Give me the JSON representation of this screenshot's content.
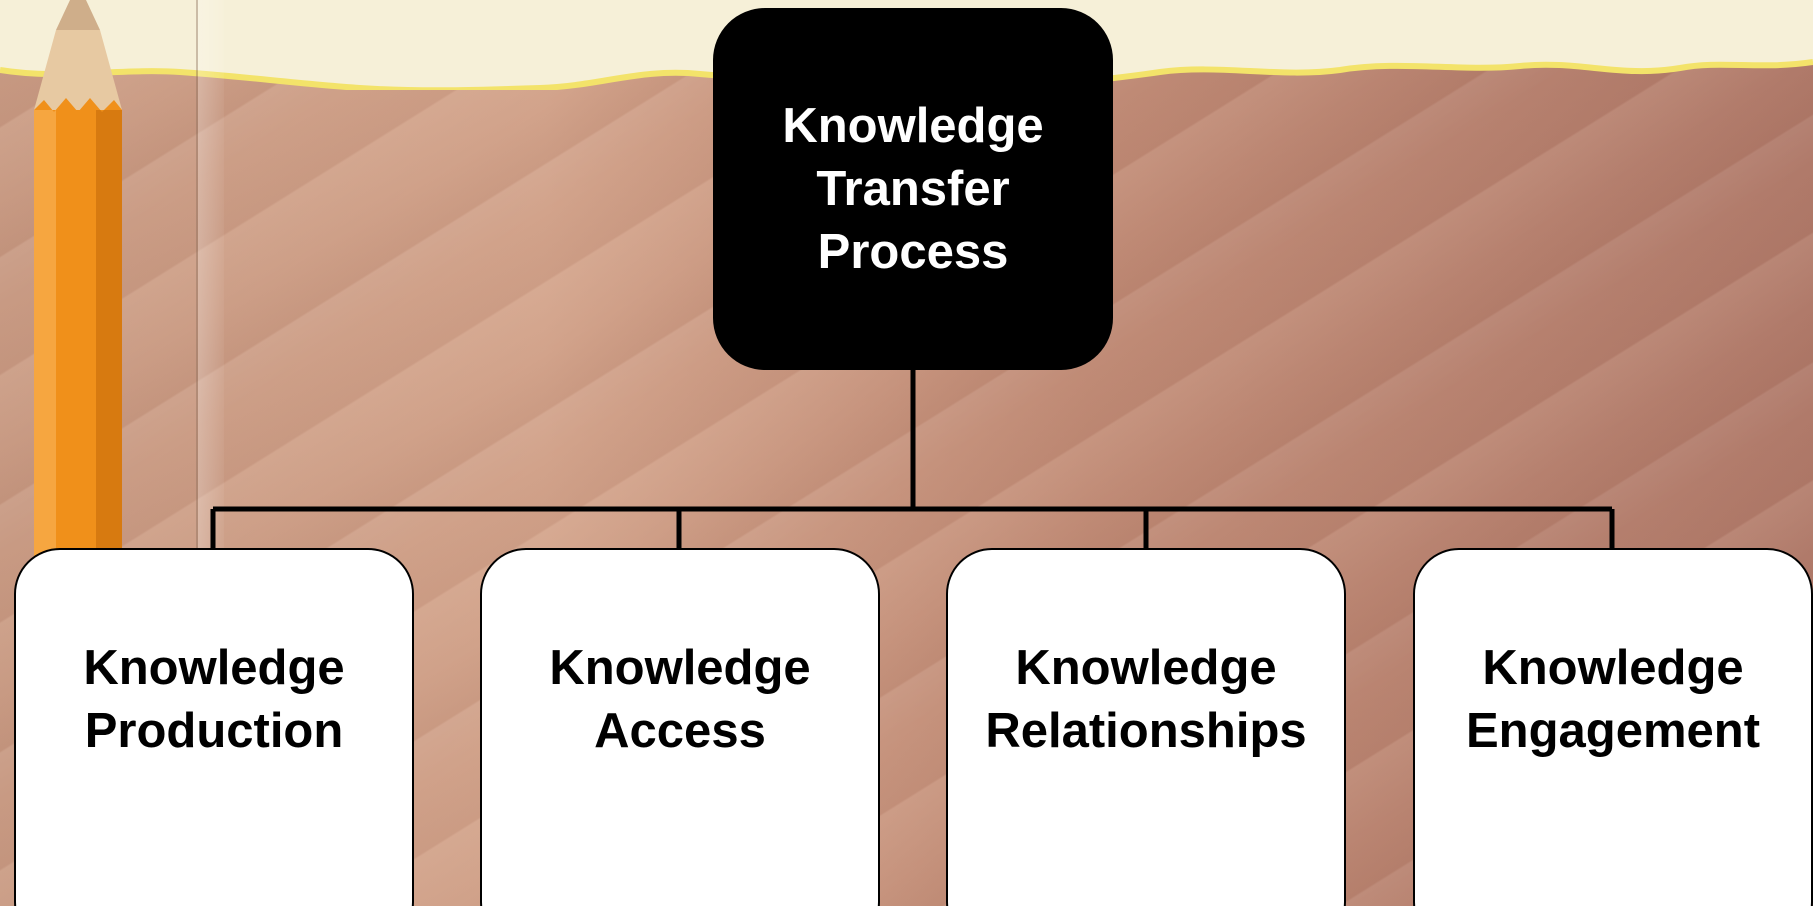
{
  "diagram": {
    "root": {
      "label": "Knowledge\nTransfer\nProcess"
    },
    "children": [
      {
        "label": "Knowledge\nProduction"
      },
      {
        "label": "Knowledge\nAccess"
      },
      {
        "label": "Knowledge\nRelationships"
      },
      {
        "label": "Knowledge\nEngagement"
      }
    ]
  },
  "colors": {
    "root_fill": "#000000",
    "root_text": "#ffffff",
    "child_fill": "#ffffff",
    "child_text": "#000000",
    "connector": "#000000"
  }
}
